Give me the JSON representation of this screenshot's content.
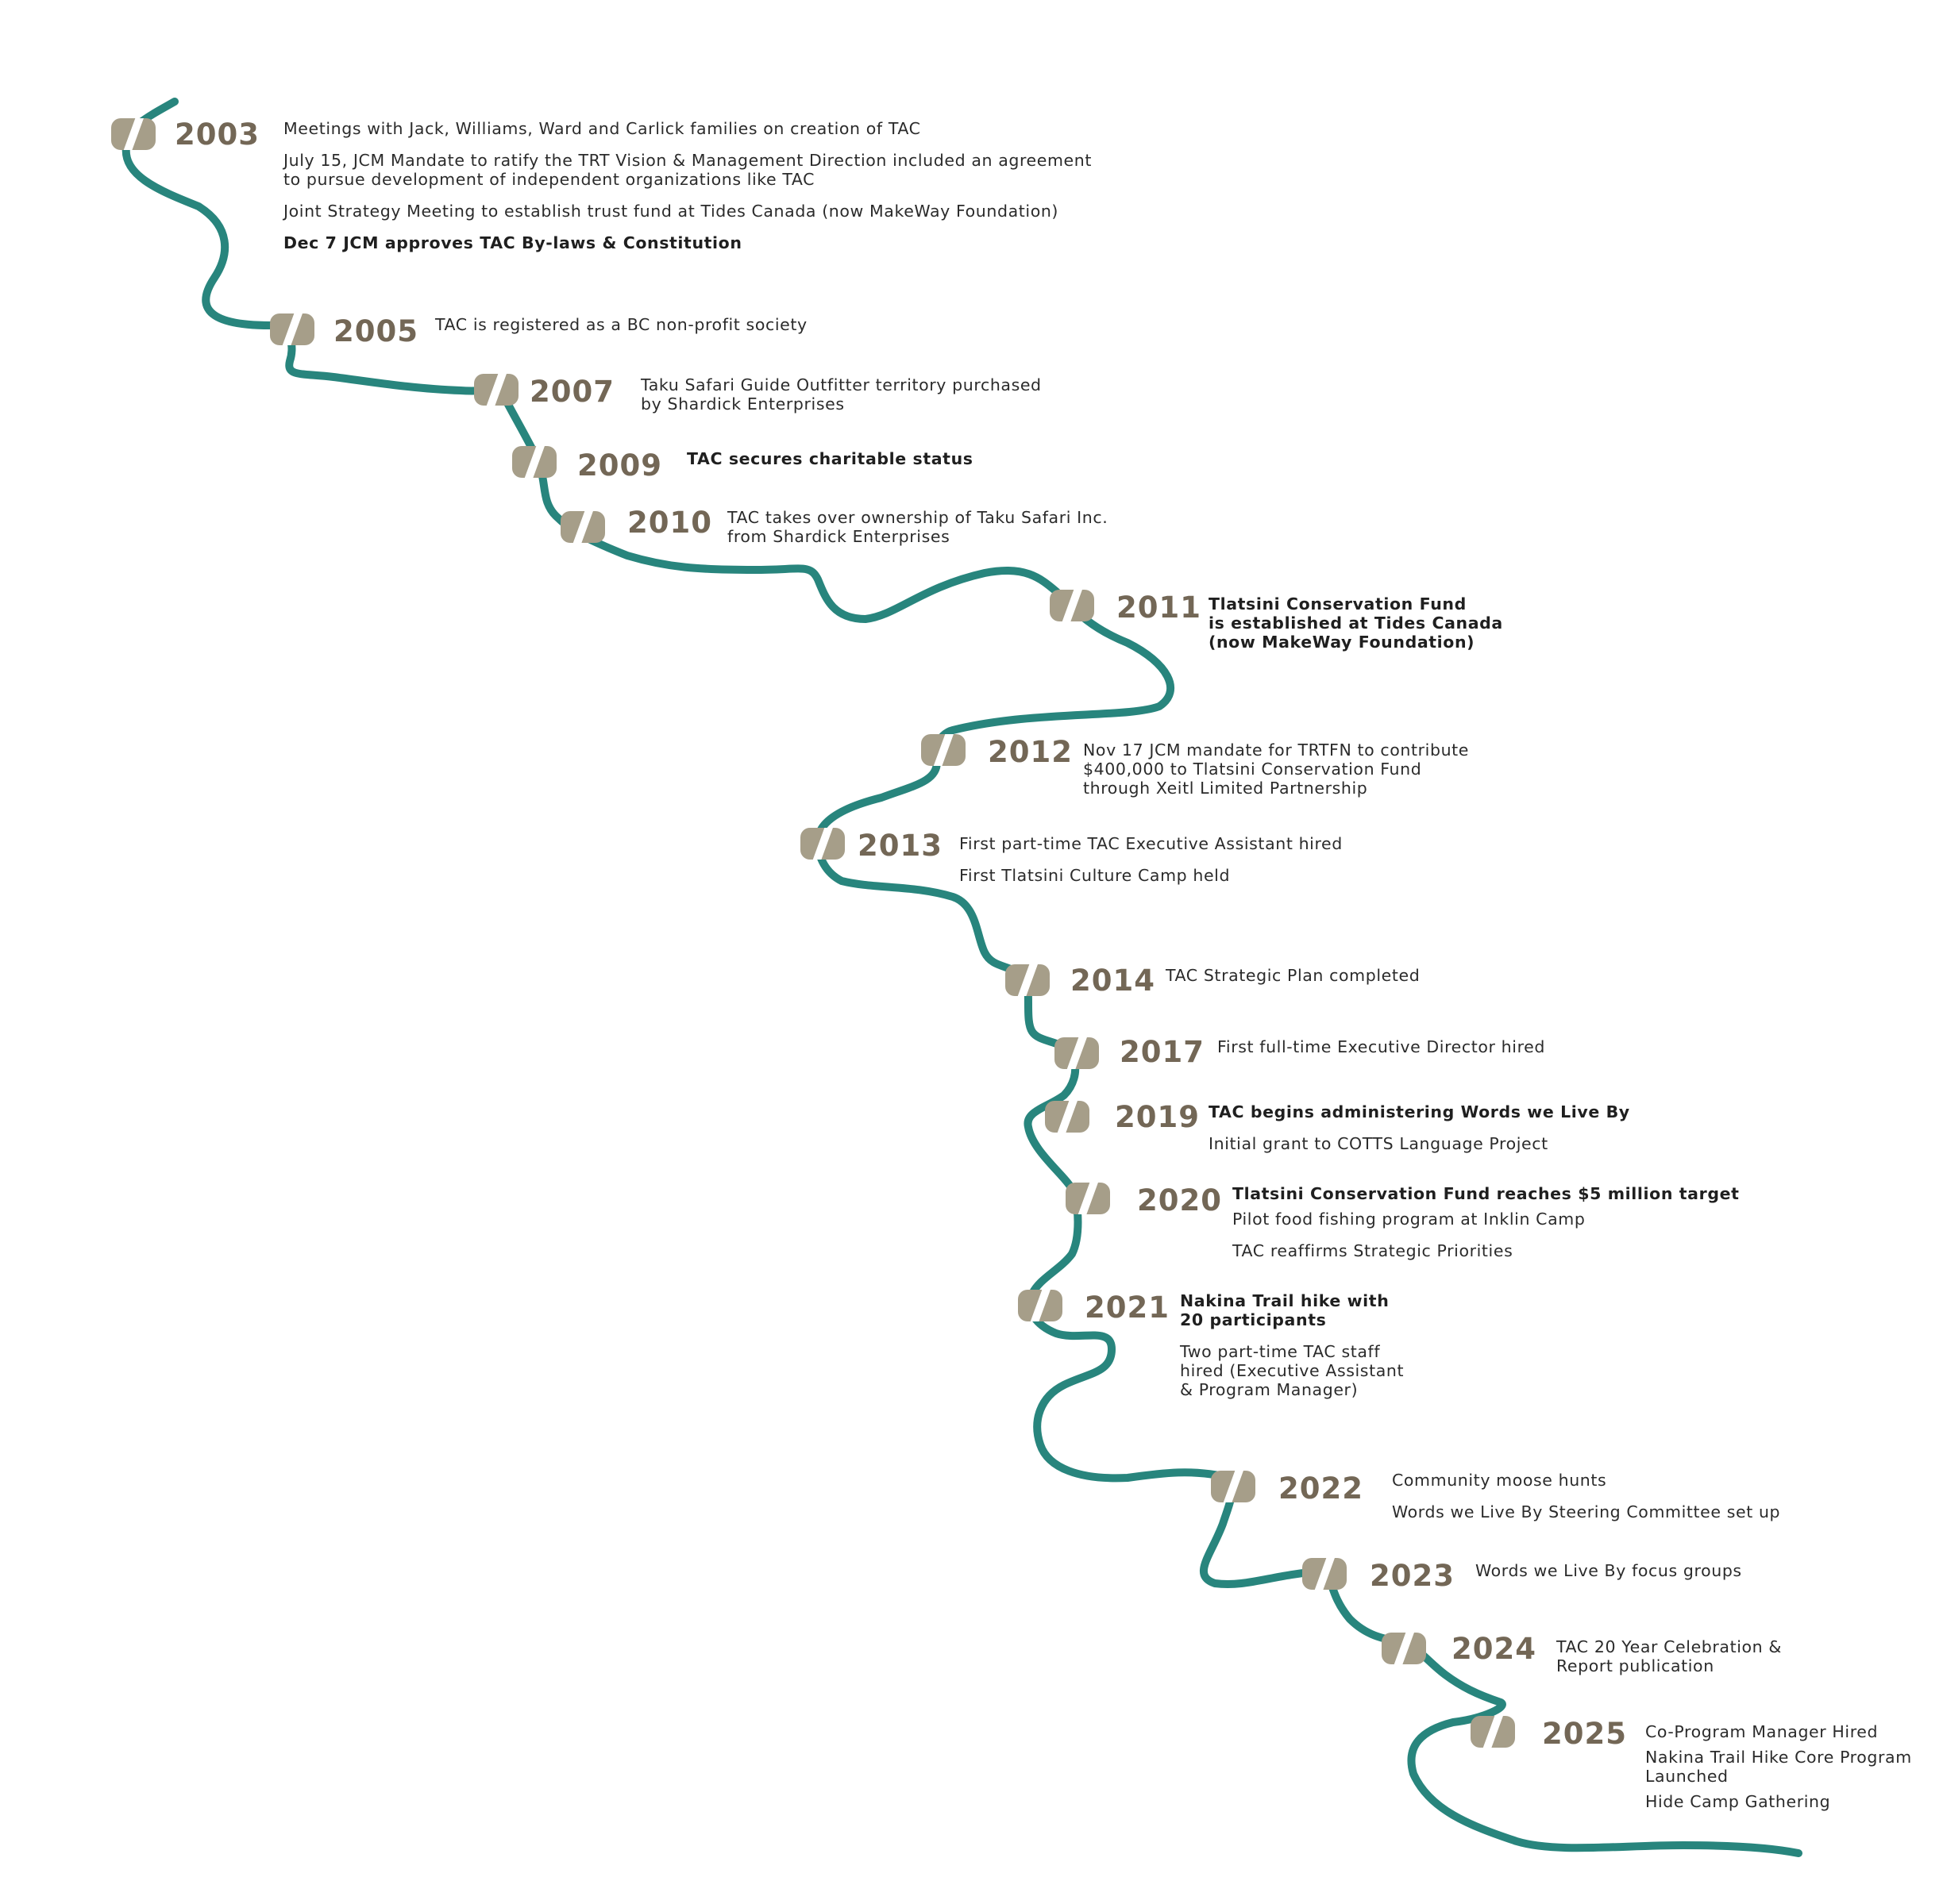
{
  "colors": {
    "river": "#28857d",
    "stone": "#a69e89",
    "year": "#736756",
    "text": "#2b2b2b"
  },
  "milestones": [
    {
      "year": "2003",
      "events": [
        {
          "text": "Meetings with Jack, Williams, Ward and Carlick families on creation of TAC",
          "bold": false
        },
        {
          "text": "July 15, JCM Mandate to ratify the TRT Vision & Management Direction included an agreement\nto pursue development of independent organizations like TAC",
          "bold": false
        },
        {
          "text": "Joint Strategy Meeting to establish trust fund at Tides Canada (now MakeWay Foundation)",
          "bold": false
        },
        {
          "text": "Dec 7 JCM approves TAC By-laws & Constitution",
          "bold": true
        }
      ]
    },
    {
      "year": "2005",
      "events": [
        {
          "text": "TAC is registered as a BC non-profit society",
          "bold": false
        }
      ]
    },
    {
      "year": "2007",
      "events": [
        {
          "text": "Taku Safari Guide Outfitter territory purchased\nby Shardick Enterprises",
          "bold": false
        }
      ]
    },
    {
      "year": "2009",
      "events": [
        {
          "text": "TAC secures charitable status",
          "bold": true
        }
      ]
    },
    {
      "year": "2010",
      "events": [
        {
          "text": "TAC takes over ownership of Taku Safari Inc.\nfrom Shardick Enterprises",
          "bold": false
        }
      ]
    },
    {
      "year": "2011",
      "events": [
        {
          "text": "Tlatsini Conservation Fund\nis established at Tides Canada\n(now MakeWay Foundation)",
          "bold": true
        }
      ]
    },
    {
      "year": "2012",
      "events": [
        {
          "text": "Nov 17 JCM mandate for TRTFN to contribute\n$400,000 to Tlatsini Conservation Fund\nthrough Xeitl Limited Partnership",
          "bold": false
        }
      ]
    },
    {
      "year": "2013",
      "events": [
        {
          "text": "First part-time TAC Executive Assistant hired",
          "bold": false
        },
        {
          "text": "First Tlatsini Culture Camp held",
          "bold": false
        }
      ]
    },
    {
      "year": "2014",
      "events": [
        {
          "text": "TAC Strategic Plan completed",
          "bold": false
        }
      ]
    },
    {
      "year": "2017",
      "events": [
        {
          "text": "First full-time Executive Director hired",
          "bold": false
        }
      ]
    },
    {
      "year": "2019",
      "events": [
        {
          "text": "TAC begins administering Words we Live By",
          "bold": true
        },
        {
          "text": "Initial grant to COTTS Language Project",
          "bold": false
        }
      ]
    },
    {
      "year": "2020",
      "events": [
        {
          "text": "Tlatsini Conservation Fund reaches $5 million target",
          "bold": true
        },
        {
          "text": "Pilot food fishing program at Inklin Camp",
          "bold": false
        },
        {
          "text": "TAC reaffirms Strategic Priorities",
          "bold": false
        }
      ]
    },
    {
      "year": "2021",
      "events": [
        {
          "text": "Nakina Trail hike with\n20 participants",
          "bold": true
        },
        {
          "text": "Two part-time TAC staff\nhired (Executive Assistant\n& Program Manager)",
          "bold": false
        }
      ]
    },
    {
      "year": "2022",
      "events": [
        {
          "text": "Community moose hunts",
          "bold": false
        },
        {
          "text": "Words we Live By Steering Committee set up",
          "bold": false
        }
      ]
    },
    {
      "year": "2023",
      "events": [
        {
          "text": "Words we Live By focus groups",
          "bold": false
        }
      ]
    },
    {
      "year": "2024",
      "events": [
        {
          "text": "TAC 20 Year Celebration &\nReport publication",
          "bold": false
        }
      ]
    },
    {
      "year": "2025",
      "events": [
        {
          "text": "Co-Program Manager Hired",
          "bold": false
        },
        {
          "text": "Nakina Trail Hike Core Program\nLaunched",
          "bold": false
        },
        {
          "text": "Hide Camp Gathering",
          "bold": false
        }
      ]
    }
  ]
}
